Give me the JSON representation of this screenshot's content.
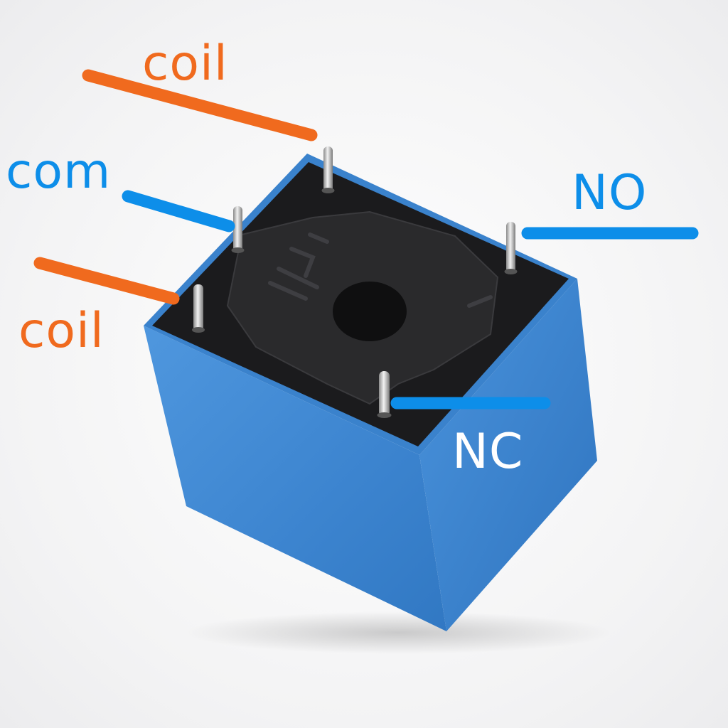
{
  "labels": {
    "coil_top": "coil",
    "com": "com",
    "coil_bottom": "coil",
    "no": "NO",
    "nc": "NC"
  },
  "colors": {
    "coil": "#f06a1e",
    "com": "#0d8ee9",
    "no": "#0d8ee9",
    "nc_line": "#0d8ee9",
    "nc_text": "#ffffff",
    "relay_body": "#3f86cf",
    "relay_top": "#1a1a1c"
  },
  "icons": {
    "relay": "relay-component-icon"
  }
}
